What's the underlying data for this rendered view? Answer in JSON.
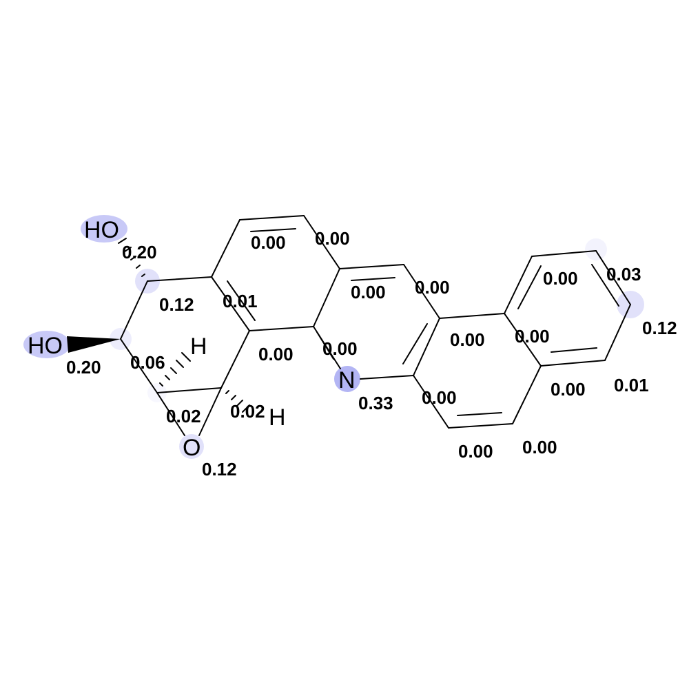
{
  "highlight_color": "#9a9cf0",
  "atoms": {
    "ho_upper": "HO",
    "ho_lower": "HO",
    "h_upper": "H",
    "h_lower": "H",
    "n": "N",
    "o": "O"
  },
  "weights": {
    "w_ho_upper": "0.20",
    "w_ho_lower": "0.20",
    "w_c_ho_upper": "0.12",
    "w_c_ho_lower": "0.06",
    "w_c_epox_left": "0.02",
    "w_c_epox_right": "0.02",
    "w_o": "0.12",
    "w_c_ring_top": "0.00",
    "w_c_ring_top_right": "0.00",
    "w_c_ring_junction": "0.01",
    "w_c_lower_junction": "0.00",
    "w_c_mid_ring": "0.00",
    "w_c_mid_right": "0.00",
    "w_c_above_n": "0.00",
    "w_n": "0.33",
    "w_c_center": "0.00",
    "w_c_lower_right_ring": "0.00",
    "w_c_bottom_left": "0.00",
    "w_c_bottom_right": "0.00",
    "w_c_right_ring_top": "0.00",
    "w_c_right_ring_junction": "0.00",
    "w_c_right_ring_tr": "0.03",
    "w_c_right_ring_r": "0.12",
    "w_c_right_ring_br": "0.01",
    "w_c_right_ring_bottom": "0.00"
  }
}
